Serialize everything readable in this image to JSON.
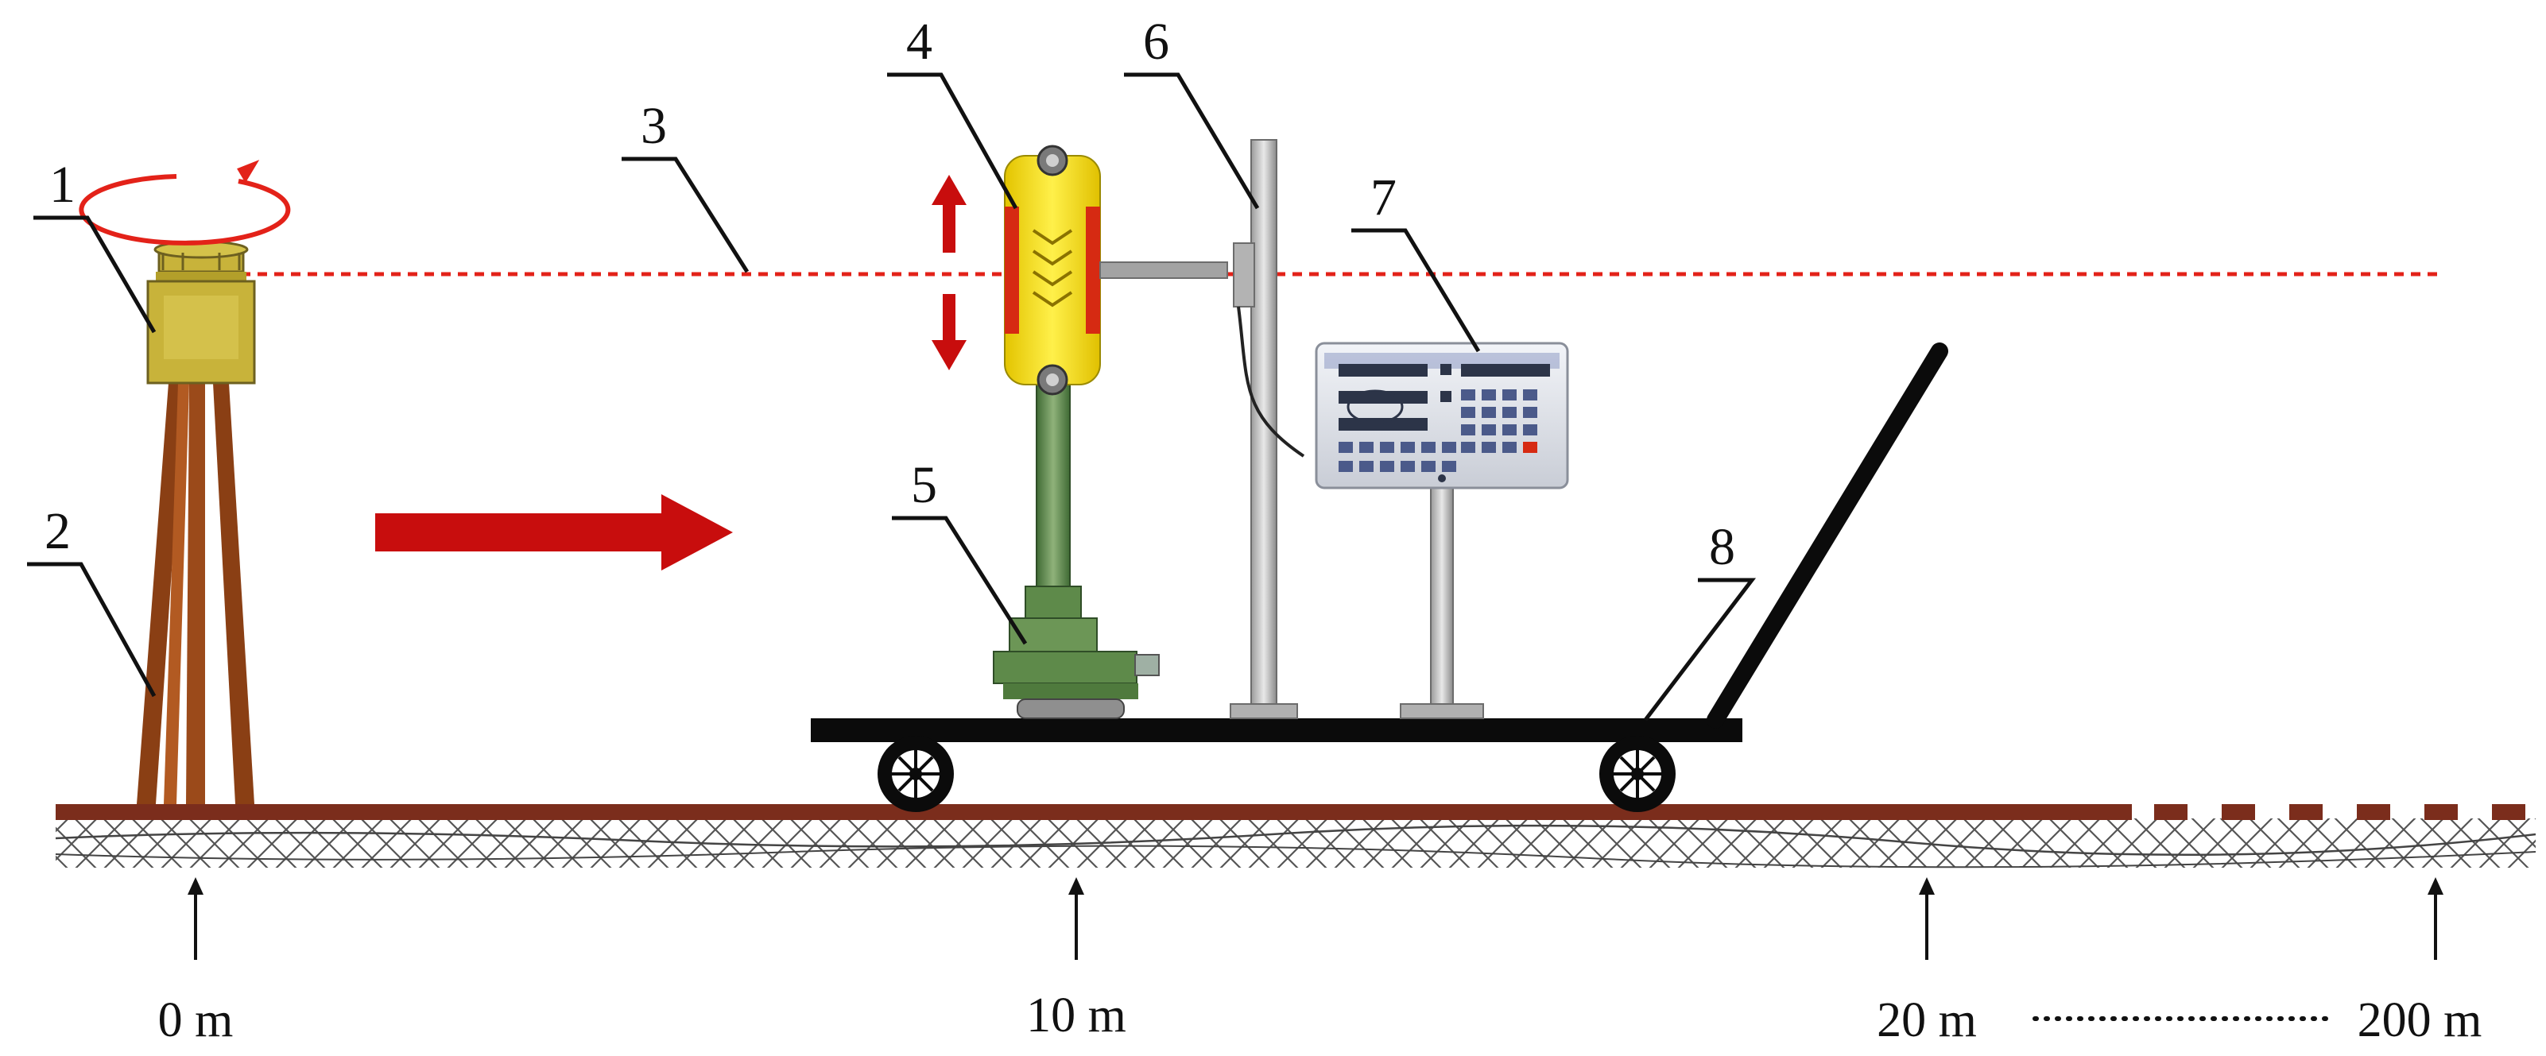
{
  "callouts": {
    "c1": "1",
    "c2": "2",
    "c3": "3",
    "c4": "4",
    "c5": "5",
    "c6": "6",
    "c7": "7",
    "c8": "8"
  },
  "distances": {
    "d0": "0 m",
    "d10": "10 m",
    "d20": "20 m",
    "d200": "200 m"
  },
  "colors": {
    "laser": "#e32219",
    "arrow": "#c80d0d",
    "rail": "#7b2d1c",
    "instrument": "#c8b33a",
    "tripod": "#8a3f14",
    "sensor": "#f5dd19",
    "jack": "#5e8a4a",
    "cart": "#0b0b0b",
    "display": "#5a6ba8"
  },
  "icons": {
    "rotation": "rotation-arrow-icon",
    "motion": "motion-direction-arrow-icon",
    "vertical": "vertical-arrow-icon",
    "marker": "position-marker-arrow-icon"
  }
}
